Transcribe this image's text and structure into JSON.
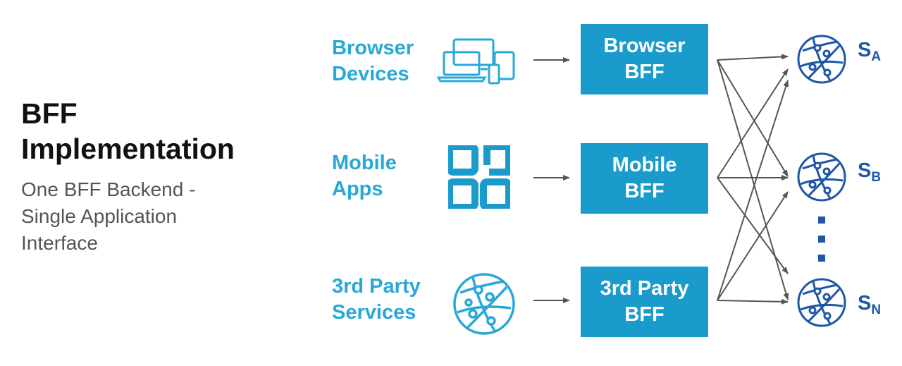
{
  "title": {
    "line1": "BFF",
    "line2": "Implementation"
  },
  "subtitle": "One BFF Backend - Single Application Interface",
  "clients": [
    {
      "line1": "Browser",
      "line2": "Devices",
      "icon": "devices-icon"
    },
    {
      "line1": "Mobile",
      "line2": "Apps",
      "icon": "apps-grid-icon"
    },
    {
      "line1": "3rd Party",
      "line2": "Services",
      "icon": "globe-network-icon"
    }
  ],
  "bffs": [
    {
      "line1": "Browser",
      "line2": "BFF"
    },
    {
      "line1": "Mobile",
      "line2": "BFF"
    },
    {
      "line1": "3rd Party",
      "line2": "BFF"
    }
  ],
  "services": [
    {
      "letter": "S",
      "subscript": "A",
      "icon": "globe-network-icon"
    },
    {
      "letter": "S",
      "subscript": "B",
      "icon": "globe-network-icon"
    },
    {
      "letter": "S",
      "subscript": "N",
      "icon": "globe-network-icon"
    }
  ],
  "colors": {
    "client_text": "#29a8d8",
    "bff_box": "#1b9bcc",
    "service": "#1e57a7",
    "arrow": "#555555"
  }
}
